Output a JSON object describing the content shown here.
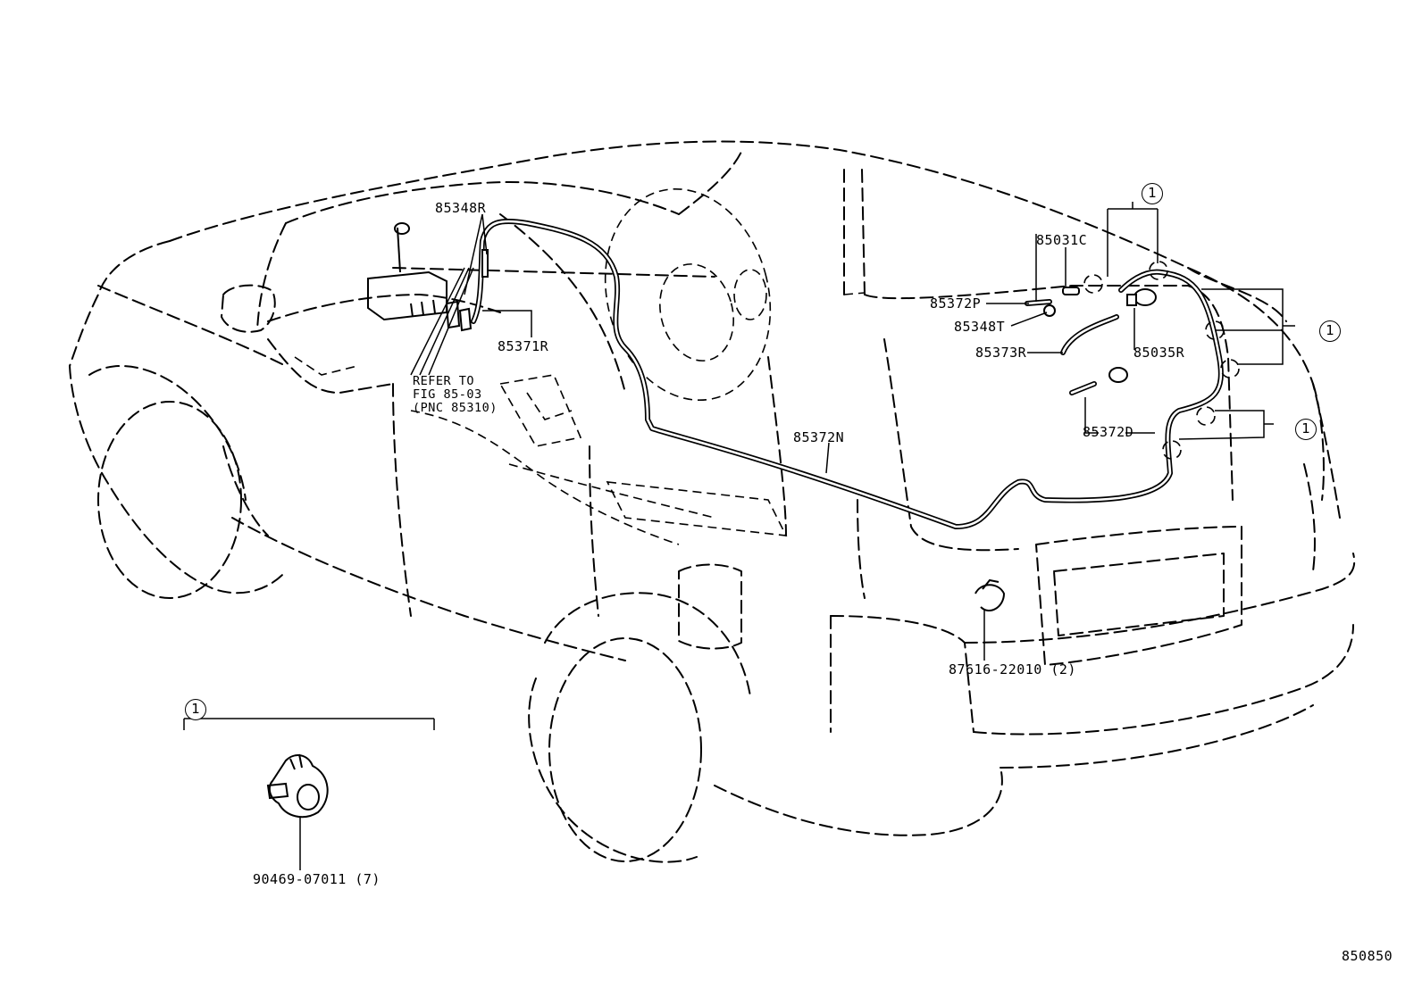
{
  "labels": {
    "p85348R": "85348R",
    "p85371R": "85371R",
    "refer": "REFER TO\nFIG 85-03\n(PNC 85310)",
    "p85372N": "85372N",
    "p85031C": "85031C",
    "p85372P": "85372P",
    "p85348T": "85348T",
    "p85373R": "85373R",
    "p85035R": "85035R",
    "p85372D": "85372D",
    "p87616": "87616-22010 (2)",
    "p90469": "90469-07011 (7)",
    "figure_number": "850850"
  },
  "callouts": {
    "c_top": "1",
    "c_right": "1",
    "c_right_low": "1",
    "c_inset": "1"
  }
}
